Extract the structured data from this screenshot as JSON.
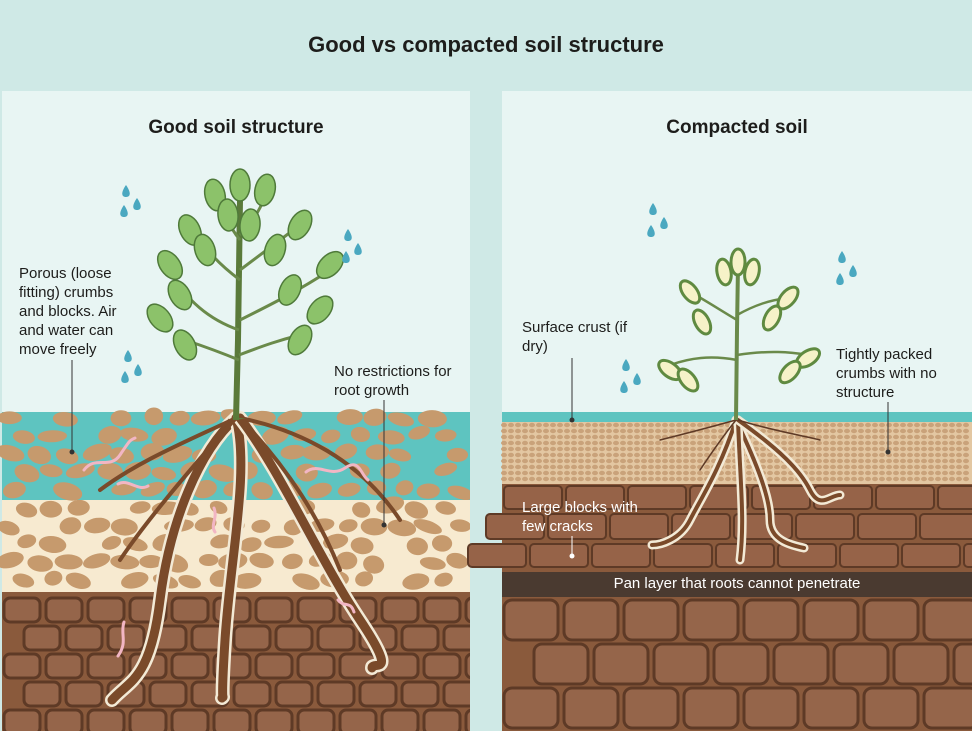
{
  "title": "Good vs compacted soil structure",
  "left_panel": {
    "heading": "Good soil structure",
    "label_porous": "Porous (loose fitting) crumbs and blocks. Air and water can move freely",
    "label_roots": "No restrictions for root growth"
  },
  "right_panel": {
    "heading": "Compacted soil",
    "label_crust": "Surface crust (if dry)",
    "label_packed": "Tightly packed crumbs with no structure",
    "label_blocks": "Large blocks with few cracks",
    "label_pan": "Pan layer that roots cannot penetrate"
  },
  "colors": {
    "sky": "#e8f5f3",
    "water_layer": "#5ec4c0",
    "crumb": "#c69a6d",
    "subsoil": "#8a5a3c",
    "subsoil_lines": "#5e3a26",
    "pan": "#4a3a30",
    "root": "#7a4a2a",
    "leaf": "#8cc26a",
    "stem": "#6a8a4a",
    "drop": "#4aa8c0"
  }
}
